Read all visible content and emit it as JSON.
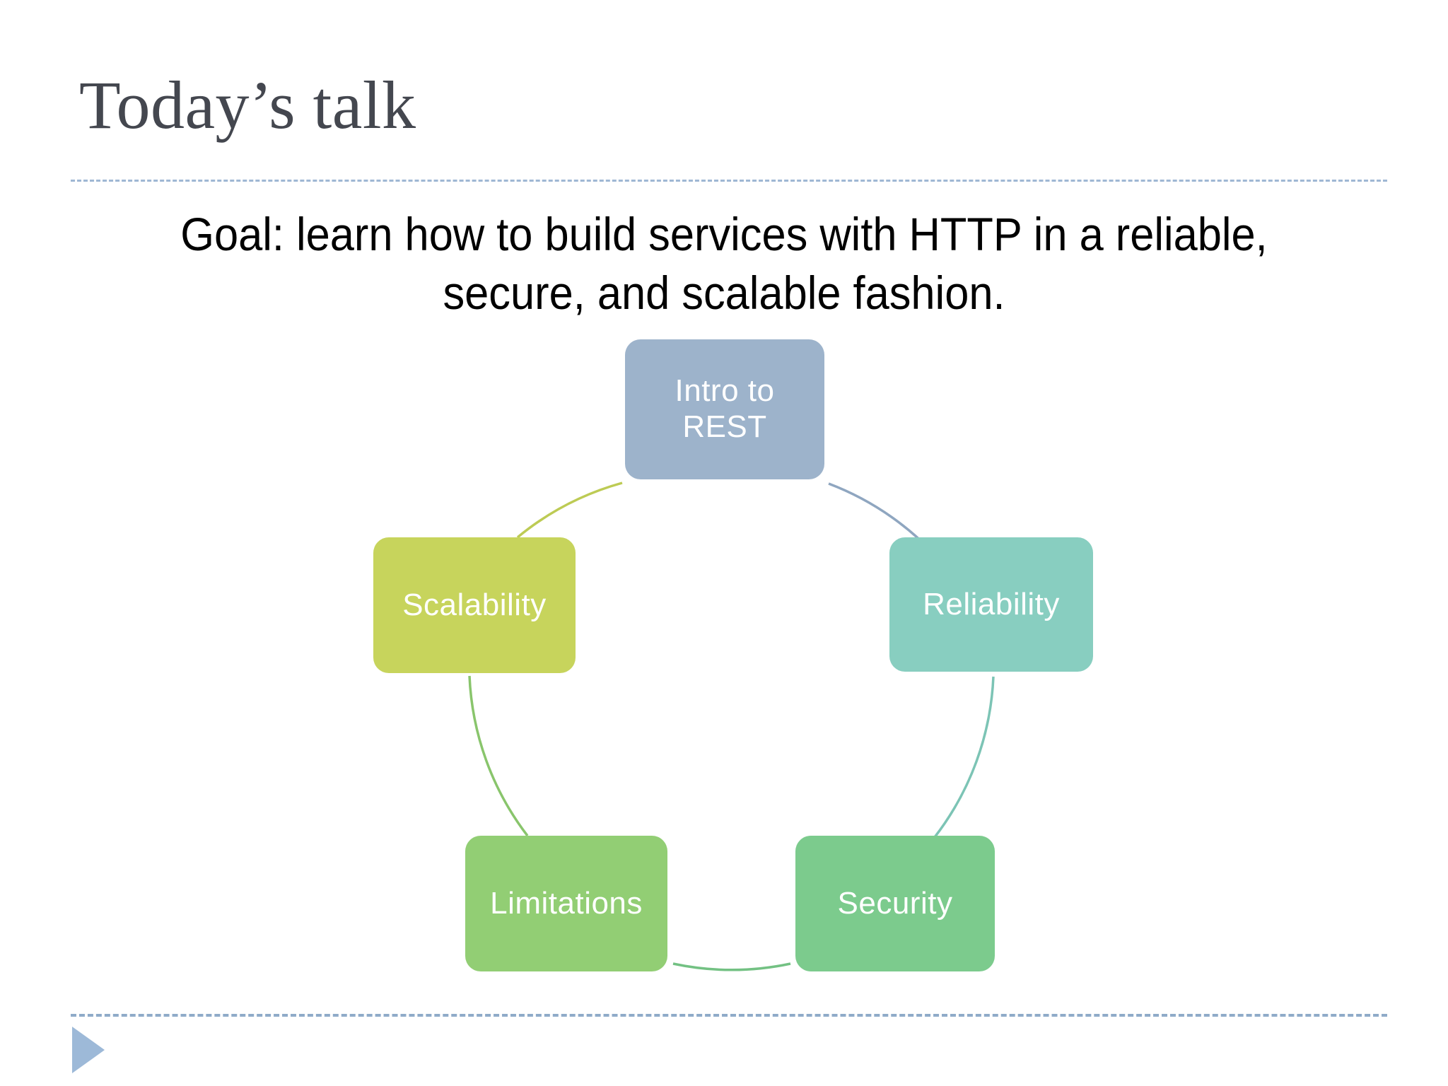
{
  "slide": {
    "title": "Today’s talk",
    "body_text": "Goal: learn how to build services with HTTP in a reliable, secure, and scalable fashion.",
    "body_line_1": "Goal: learn how to build services with HTTP in a reliable,",
    "body_line_2": "secure, and scalable fashion.",
    "background_color": "#ffffff",
    "title_color": "#44474f",
    "rule_color": "#9fb7d4",
    "footer_marker_color": "#9db9d8"
  },
  "diagram": {
    "type": "cycle",
    "node_count": 5,
    "nodes": [
      {
        "label": "Intro to REST",
        "color": "#9db3cb",
        "arc_color": "#8fa6c0",
        "position": "top"
      },
      {
        "label": "Reliability",
        "color": "#88cec0",
        "arc_color": "#7cc4b5",
        "position": "right"
      },
      {
        "label": "Security",
        "color": "#7ccb8d",
        "arc_color": "#73c183",
        "position": "bottom-right"
      },
      {
        "label": "Limitations",
        "color": "#92ce74",
        "arc_color": "#89c56c",
        "position": "bottom-left"
      },
      {
        "label": "Scalability",
        "color": "#c7d45c",
        "arc_color": "#bdcb54",
        "position": "left"
      }
    ]
  }
}
